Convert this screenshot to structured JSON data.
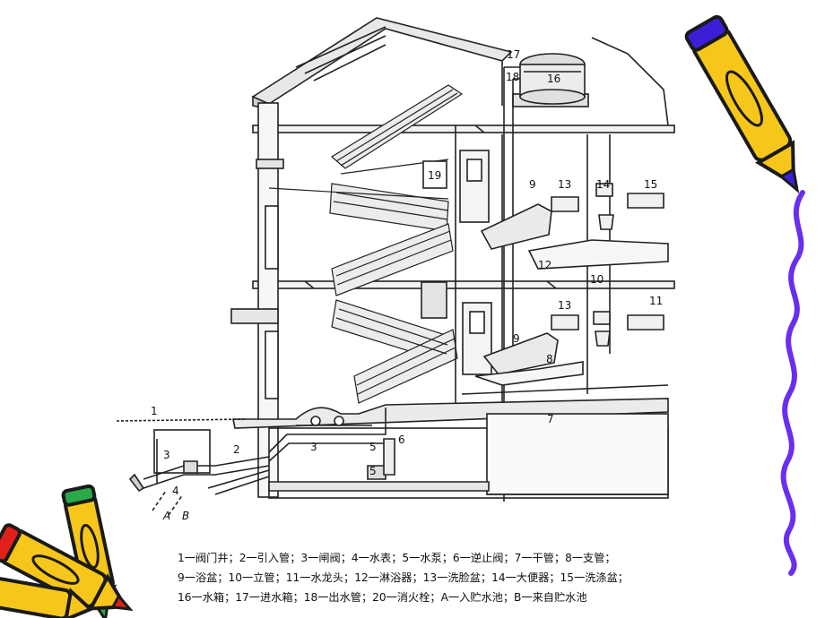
{
  "labels": {
    "n1": "1",
    "n2": "2",
    "n3": "3",
    "n3b": "3",
    "n4": "4",
    "n5": "5",
    "n5b": "5",
    "n6": "6",
    "n7": "7",
    "n8": "8",
    "n9": "9",
    "n9b": "9",
    "n10": "10",
    "n11": "11",
    "n12": "12",
    "n13": "13",
    "n13b": "13",
    "n14": "14",
    "n15": "15",
    "n16": "16",
    "n17": "17",
    "n18": "18",
    "n19": "19",
    "A": "A",
    "B": "B"
  },
  "legend": {
    "line1": "1一阀门井；2一引入管；3一闸阀；4一水表；5一水泵；6一逆止阀；7一干管；8一支管；",
    "line2": "9一浴盆；10一立管；11一水龙头；12一淋浴器；13一洗脸盆；14一大便器；15一洗涤盆；",
    "line3": "16一水箱；17一进水箱；18一出水管；20一消火栓；A一入贮水池；B一来自贮水池"
  },
  "decor": {
    "crayon_blue": "#3a1fd6",
    "crayon_yellow": "#f6c71a",
    "crayon_red": "#e0201a",
    "crayon_green": "#2aa84a",
    "squiggle": "#6a2ef0"
  }
}
